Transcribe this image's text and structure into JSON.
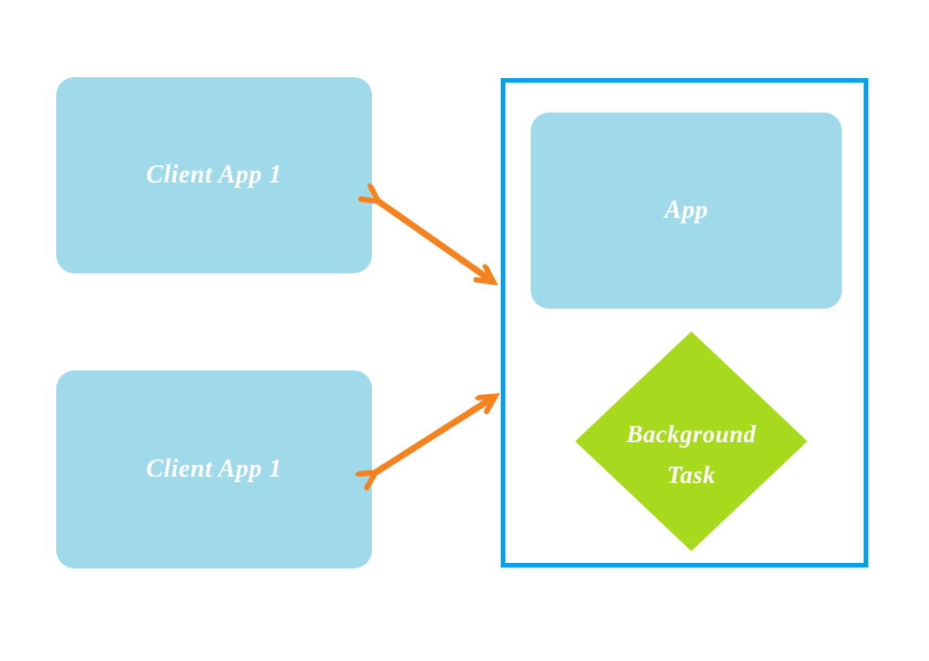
{
  "diagram": {
    "nodes": {
      "client_app_top": {
        "shape": "rounded-rect",
        "label": "Client App 1"
      },
      "client_app_bottom": {
        "shape": "rounded-rect",
        "label": "Client App 1"
      },
      "app": {
        "shape": "rounded-rect",
        "label": "App"
      },
      "background_task": {
        "shape": "diamond",
        "label_line1": "Background",
        "label_line2": "Task"
      }
    },
    "connectors": [
      {
        "name": "client-top-to-server",
        "type": "double-headed-arrow"
      },
      {
        "name": "client-bottom-to-server",
        "type": "double-headed-arrow"
      }
    ],
    "colors": {
      "node_fill": "#9fd9ea",
      "diamond_fill": "#a7da1c",
      "arrow": "#f6811f",
      "container_border": "#0aa0e6",
      "text": "#ffffff",
      "background": "#ffffff"
    }
  }
}
